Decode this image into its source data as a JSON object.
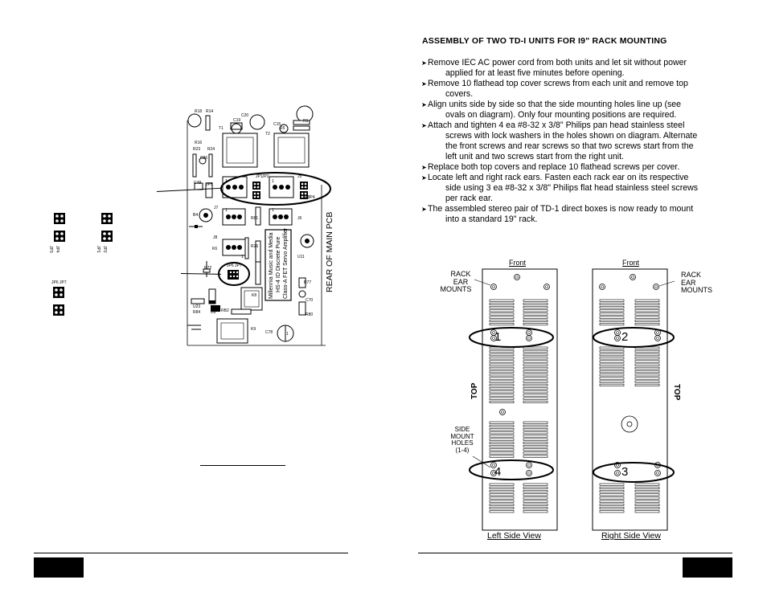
{
  "left_page": {
    "pcb_labels": {
      "r18": "R18",
      "r14": "R14",
      "c20": "C20",
      "c19": "C19",
      "r1": "R1",
      "c15": "C15",
      "r5": "R5",
      "t1": "T1",
      "t2": "T2",
      "r16": "R16",
      "r23": "R23",
      "r24": "R24",
      "c36": "C36",
      "c48": "C48",
      "jp5": "JP5",
      "jp1": "JP1",
      "jp2": "JP2",
      "j5": "J5",
      "jp3": "JP3",
      "jp4": "JP4",
      "j7": "J7",
      "b4": "B4",
      "r81": "R81",
      "j6": "J6",
      "j8": "J8",
      "k6": "K6",
      "r26": "R26",
      "u11": "U11",
      "r72": "R72",
      "jp6_jp7": "JP6 JP7",
      "r77": "R77",
      "c70": "C70",
      "r80": "R80",
      "u23": "U23",
      "r84": "R84",
      "d8": "D8",
      "rb2": "RB2",
      "k8": "K8",
      "k9": "K9",
      "c78": "C78",
      "num1a": "1",
      "num1b": "1",
      "num1c": "1",
      "num1d": "1",
      "num1e": "1",
      "num1f": "1"
    },
    "board_text": [
      "Millennia Music and Media",
      "HS-4 ID Discrete Pure",
      "Class-A FET Servo Amplifier"
    ],
    "rear_label": "REAR OF MAIN PCB",
    "jumper_labels": {
      "jp3": "JP3",
      "jp4": "JP4",
      "jp1": "JP1",
      "jp2": "JP2",
      "jp6_jp7": "JP6 JP7"
    }
  },
  "right_page": {
    "title": "ASSEMBLY OF TWO TD-I UNITS FOR I9\" RACK MOUNTING",
    "steps": [
      {
        "line1": "Remove IEC AC power cord from both units and let sit without power",
        "rest": [
          "applied for at least five minutes before opening."
        ]
      },
      {
        "line1": "Remove 10 flathead top cover screws from each unit and remove top",
        "rest": [
          "covers."
        ]
      },
      {
        "line1": "Align units side by side so that the side mounting holes line up (see",
        "rest": [
          "ovals on diagram). Only four mounting positions are required."
        ]
      },
      {
        "line1": "Attach and tighten 4 ea #8-32 x 3/8\" Philips pan head stainless steel",
        "rest": [
          "screws with lock washers in the holes shown on diagram. Alternate",
          "the front screws and rear screws so that two screws start from the",
          "left unit and two screws start from the right unit."
        ]
      },
      {
        "line1": "Replace both top covers and replace 10 flathead screws per cover.",
        "rest": []
      },
      {
        "line1": "Locate left and right rack ears. Fasten each rack ear on its respective",
        "rest": [
          "side using 3 ea #8-32 x 3/8\" Philips flat head stainless steel screws",
          "per rack ear."
        ]
      },
      {
        "line1": "The assembled stereo pair of TD-1 direct boxes is now ready to mount",
        "rest": [
          "into a standard 19\" rack."
        ]
      }
    ],
    "diagram": {
      "front_left": "Front",
      "front_right": "Front",
      "rack_ear_left": [
        "RACK",
        "EAR",
        "MOUNTS"
      ],
      "rack_ear_right": [
        "RACK",
        "EAR",
        "MOUNTS"
      ],
      "top_left": "TOP",
      "top_right": "TOP",
      "side_mount": [
        "SIDE",
        "MOUNT",
        "HOLES",
        "(1-4)"
      ],
      "hole_1": "1",
      "hole_2": "2",
      "hole_3": "3",
      "hole_4": "4",
      "left_caption": "Left Side View",
      "right_caption": "Right Side View"
    }
  },
  "colors": {
    "ink": "#000000",
    "paper": "#ffffff"
  }
}
